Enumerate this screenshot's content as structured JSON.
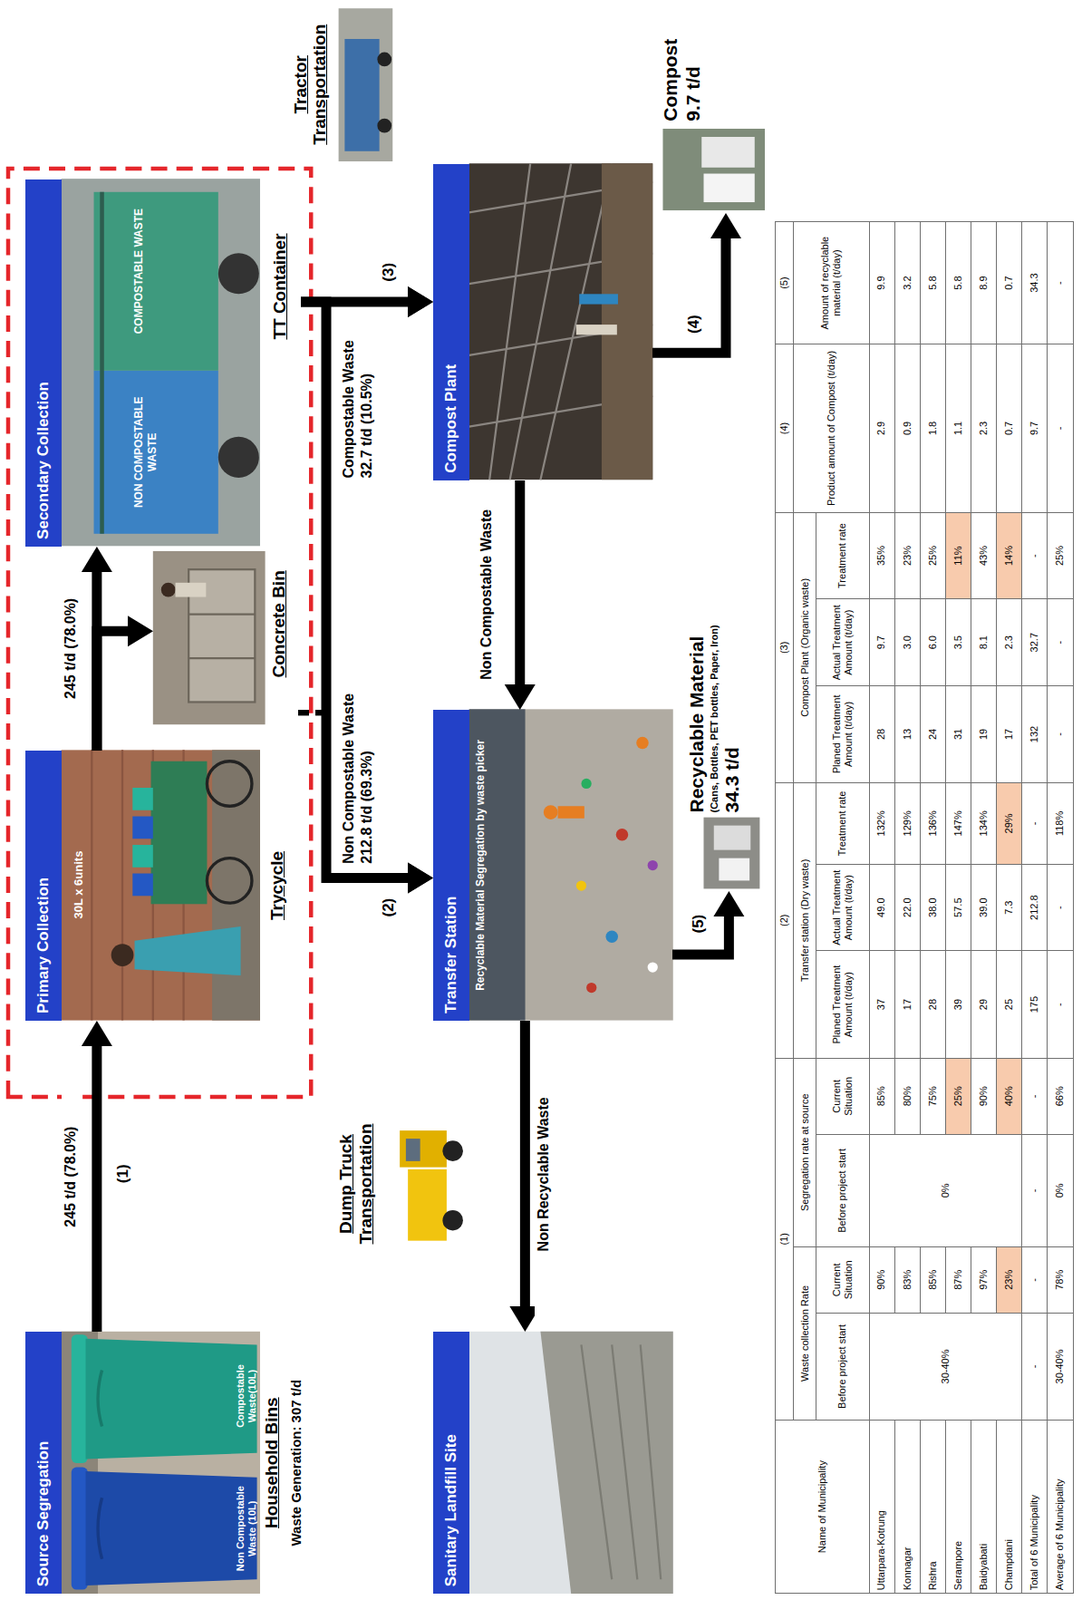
{
  "diagram": {
    "nodes": [
      {
        "text": [
          "Source Segregation",
          "Non Compostable Waste (10L)",
          "Compostable Waste(10L)",
          "Household Bins",
          "Waste Generation: 307 t/d"
        ]
      },
      {
        "text": [
          "Primary Collection",
          "30L x 6units",
          "Trycycle"
        ]
      },
      {
        "text": [
          "Concrete Bin"
        ]
      },
      {
        "text": [
          "Secondary Collection",
          "NON COMPOSTABLE WASTE",
          "COMPOSTABLE WASTE",
          "TT Container"
        ]
      },
      {
        "text": [
          "Tractor Transportation"
        ]
      },
      {
        "text": [
          "Transfer Station",
          "Recyclable Material Segregation by waste picker"
        ]
      },
      {
        "text": [
          "Compost Plant"
        ]
      },
      {
        "text": [
          "Sanitary Landfill Site"
        ]
      },
      {
        "text": [
          "Dump Truck Transportation"
        ]
      },
      {
        "text": [
          "Recyclable Material",
          "(Cans, Bottles, PET bottles, Paper, Iron)",
          "34.3 t/d"
        ]
      },
      {
        "text": [
          "Compost 9.7 t/d"
        ]
      }
    ],
    "edges": [
      {
        "from": 0,
        "to": 1,
        "label": "245 t/d (78.0%)",
        "arrow": "to"
      },
      {
        "from": 1,
        "to": 3,
        "label": "245 t/d (78.0%)",
        "arrow": "to"
      },
      {
        "from": 1,
        "to": 2,
        "arrow": "to"
      },
      {
        "from": 3,
        "to": 5,
        "label": "Non Compostable Waste 212.8 t/d (69.3%)",
        "arrow": "to"
      },
      {
        "from": 3,
        "to": 6,
        "label": "Compostable Waste 32.7 t/d (10.5%)",
        "arrow": "to"
      },
      {
        "from": 2,
        "to": 5,
        "arrow": "to"
      },
      {
        "from": 2,
        "to": 6,
        "arrow": "to"
      },
      {
        "from": 6,
        "to": 5,
        "label": "Non Compostable Waste",
        "arrow": "to"
      },
      {
        "from": 5,
        "to": 7,
        "label": "Non Recyclable Waste",
        "arrow": "to"
      },
      {
        "from": 6,
        "to": 10,
        "arrow": "to"
      },
      {
        "from": 5,
        "to": 9,
        "arrow": "to"
      }
    ],
    "labels": [
      "(1)",
      "(2)",
      "(3)",
      "(4)",
      "(5)",
      "(1)",
      "(2)",
      "(3)",
      "(4)",
      "(5)",
      "Name of Municipality",
      "Waste collection Rate",
      "Segregation rate at source",
      "Transfer station (Dry waste)",
      "Compost Plant (Organic waste)",
      "Product amount of Compost (t/day)",
      "Amount of recyclable material (t/day)",
      "Before project start",
      "Current Situation",
      "Before project start",
      "Current Situation",
      "Planed Treatment Amount (t/day)",
      "Actual Treatment Amount (t/day)",
      "Treatment rate",
      "Planed Treatment Amount (t/day)",
      "Actual Treatment Amount (t/day)",
      "Treatment rate",
      "Uttarpara-Kotrung",
      "30-40%",
      "90%",
      "0%",
      "85%",
      "37",
      "49.0",
      "132%",
      "28",
      "9.7",
      "35%",
      "2.9",
      "9.9",
      "Konnagar",
      "83%",
      "80%",
      "17",
      "22.0",
      "129%",
      "13",
      "3.0",
      "23%",
      "0.9",
      "3.2",
      "Rishra",
      "85%",
      "75%",
      "28",
      "38.0",
      "136%",
      "24",
      "6.0",
      "25%",
      "1.8",
      "5.8",
      "Serampore",
      "87%",
      "25%",
      "39",
      "57.5",
      "147%",
      "31",
      "3.5",
      "11%",
      "1.1",
      "5.8",
      "Baidyabati",
      "97%",
      "90%",
      "29",
      "39.0",
      "134%",
      "19",
      "8.1",
      "43%",
      "2.3",
      "8.9",
      "Champdani",
      "23%",
      "40%",
      "25",
      "7.3",
      "29%",
      "17",
      "2.3",
      "14%",
      "0.7",
      "0.7",
      "Total of 6 Municipality",
      "-",
      "-",
      "-",
      "-",
      "175",
      "212.8",
      "-",
      "132",
      "32.7",
      "-",
      "9.7",
      "34.3",
      "Average of 6 Municipality",
      "30-40%",
      "78%",
      "0%",
      "66%",
      "-",
      "-",
      "118%",
      "-",
      "-",
      "25%",
      "-",
      "-"
    ]
  }
}
